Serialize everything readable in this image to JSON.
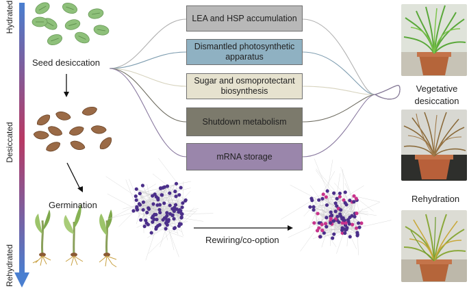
{
  "gradient_axis": {
    "top_label": "Hydrated",
    "middle_label": "Desiccated",
    "bottom_label": "Rehydrated",
    "colors": [
      "#4a7fd0",
      "#b83a64",
      "#4a7fd0"
    ]
  },
  "seed_stages": {
    "desiccation": "Seed desiccation",
    "germination": "Germination"
  },
  "processes": [
    {
      "label": "LEA and HSP accumulation",
      "fill": "#b8b8b8",
      "line": "#b0b0b0"
    },
    {
      "label": "Dismantled photosynthetic apparatus",
      "fill": "#8fb1c2",
      "line": "#7e9db0"
    },
    {
      "label": "Sugar and osmoprotectant biosynthesis",
      "fill": "#e6e2cf",
      "line": "#d6d2bd"
    },
    {
      "label": "Shutdown metabolism",
      "fill": "#7c7a6c",
      "line": "#6e6c60"
    },
    {
      "label": "mRNA storage",
      "fill": "#9a86ab",
      "line": "#8a7aa0"
    }
  ],
  "plant_stages": {
    "vegetative": "Vegetative desiccation",
    "rehydration": "Rehydration"
  },
  "network": {
    "rewiring_label": "Rewiring/co-option",
    "node_color": "#4b2f8a",
    "highlight_color": "#c8338c"
  }
}
